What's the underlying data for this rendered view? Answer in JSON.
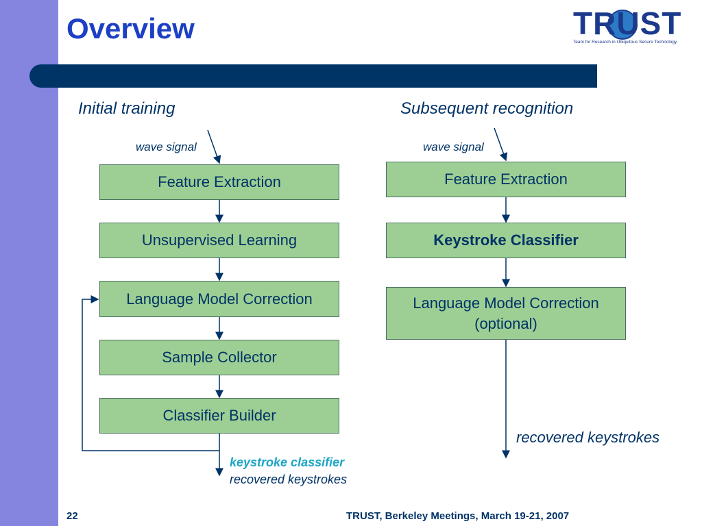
{
  "slide": {
    "title": "Overview",
    "page_number": "22",
    "footer": "TRUST, Berkeley Meetings, March 19-21, 2007"
  },
  "logo": {
    "word": "TRUST",
    "tagline": "Team for Research in Ubiquitous Secure Technology"
  },
  "training": {
    "heading": "Initial training",
    "input_label": "wave signal",
    "steps": [
      "Feature Extraction",
      "Unsupervised Learning",
      "Language Model Correction",
      "Sample Collector",
      "Classifier Builder"
    ],
    "output_label_1": "keystroke classifier",
    "output_label_2": "recovered keystrokes"
  },
  "recognition": {
    "heading": "Subsequent recognition",
    "input_label": "wave signal",
    "steps": [
      "Feature Extraction",
      "Keystroke Classifier",
      "Language Model Correction\n(optional)"
    ],
    "output_label": "recovered keystrokes"
  },
  "colors": {
    "box_fill": "#9dce94",
    "title": "#1c3fc4",
    "banner": "#003366",
    "sidebar": "#8585e0",
    "accent_text": "#1ca6c4"
  }
}
